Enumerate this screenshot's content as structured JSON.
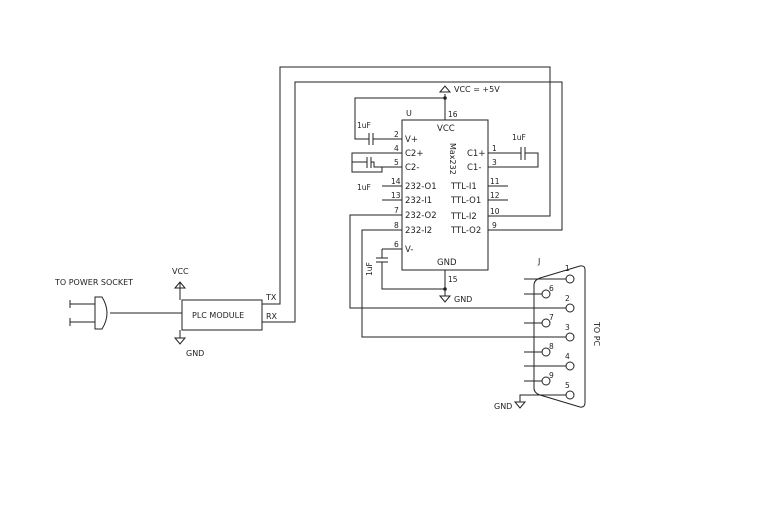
{
  "power": {
    "socket_label": "TO POWER SOCKET",
    "vcc_label": "VCC",
    "gnd_label": "GND"
  },
  "plc": {
    "label": "PLC MODULE",
    "tx": "TX",
    "rx": "RX"
  },
  "ic": {
    "designator": "U",
    "part": "Max232",
    "vcc_pin_label": "VCC",
    "gnd_pin_label": "GND",
    "vcc_pin_number": "16",
    "gnd_pin_number": "15",
    "supply_label": "VCC = +5V",
    "ground_label": "GND",
    "left_pins": [
      {
        "num": "2",
        "name": "V+"
      },
      {
        "num": "4",
        "name": "C2+"
      },
      {
        "num": "5",
        "name": "C2-"
      },
      {
        "num": "14",
        "name": "232-O1"
      },
      {
        "num": "13",
        "name": "232-I1"
      },
      {
        "num": "7",
        "name": "232-O2"
      },
      {
        "num": "8",
        "name": "232-I2"
      },
      {
        "num": "6",
        "name": "V-"
      }
    ],
    "right_pins": [
      {
        "num": "1",
        "name": "C1+"
      },
      {
        "num": "3",
        "name": "C1-"
      },
      {
        "num": "11",
        "name": "TTL-I1"
      },
      {
        "num": "12",
        "name": "TTL-O1"
      },
      {
        "num": "10",
        "name": "TTL-I2"
      },
      {
        "num": "9",
        "name": "TTL-O2"
      }
    ]
  },
  "capacitors": {
    "c_vplus": "1uF",
    "c_c2": "1uF",
    "c_c1": "1uF",
    "c_vminus": "1uF"
  },
  "connector": {
    "designator": "J",
    "pins": [
      "1",
      "6",
      "2",
      "7",
      "3",
      "8",
      "4",
      "9",
      "5"
    ],
    "to_pc_label": "TO PC",
    "gnd_label": "GND"
  }
}
